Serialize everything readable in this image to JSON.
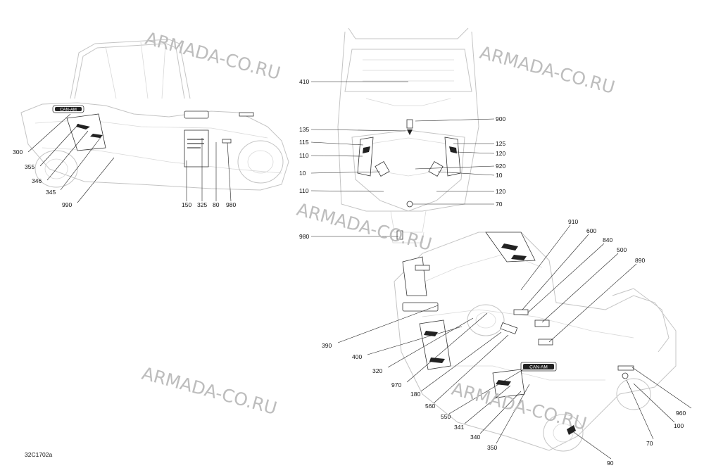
{
  "diagram_code": "32C1702a",
  "watermark_text": "ARMADA-CO.RU",
  "watermarks": [
    {
      "text": "ARMADA-CO.RU"
    },
    {
      "text": "ARMADA-CO.RU"
    },
    {
      "text": "ARMADA-CO.RU"
    },
    {
      "text": "ARMADA-CO.RU"
    },
    {
      "text": "ARMADA-CO.RU"
    }
  ],
  "brand_logo_text": "CAN-AM",
  "views": {
    "side_view": {
      "callouts": [
        "300",
        "355",
        "346",
        "345",
        "990",
        "150",
        "325",
        "80",
        "980"
      ]
    },
    "top_view": {
      "callouts": [
        "410",
        "135",
        "115",
        "110",
        "10",
        "110",
        "980",
        "900",
        "125",
        "120",
        "920",
        "10",
        "120",
        "70"
      ]
    },
    "iso_view": {
      "callouts": [
        "910",
        "600",
        "840",
        "500",
        "890",
        "390",
        "400",
        "320",
        "970",
        "180",
        "560",
        "550",
        "341",
        "340",
        "350",
        "960",
        "100",
        "70",
        "90"
      ]
    }
  }
}
